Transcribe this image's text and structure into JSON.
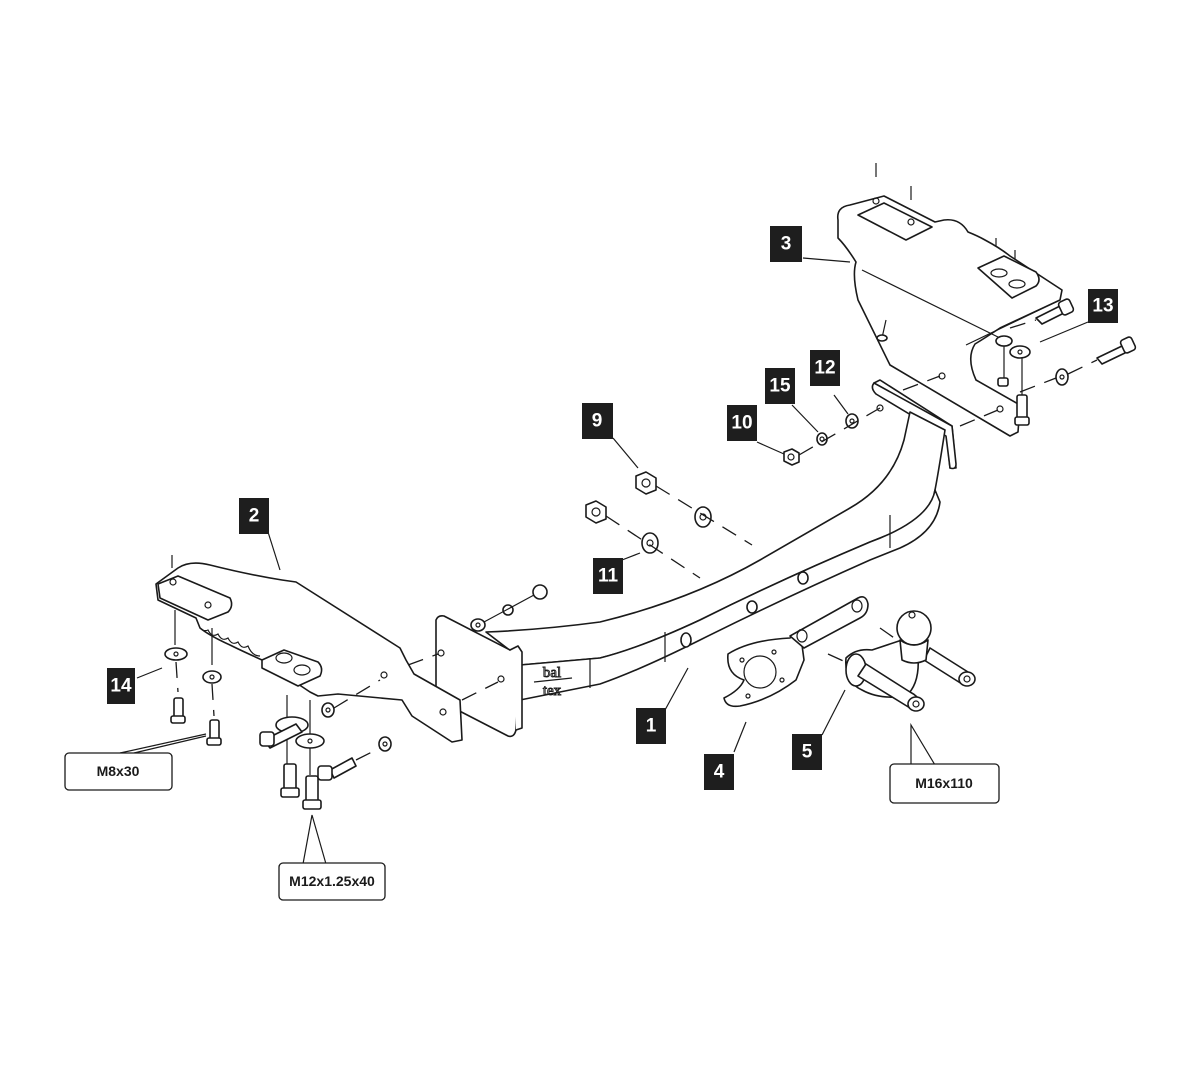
{
  "diagram": {
    "title": "Tow bar exploded assembly diagram",
    "brand_logo": {
      "line1": "bal",
      "line2": "tex"
    },
    "callouts": [
      {
        "id": "1",
        "label": "1",
        "part": "main crossbar"
      },
      {
        "id": "2",
        "label": "2",
        "part": "left mounting bracket"
      },
      {
        "id": "3",
        "label": "3",
        "part": "right mounting bracket"
      },
      {
        "id": "4",
        "label": "4",
        "part": "electrical socket plate"
      },
      {
        "id": "5",
        "label": "5",
        "part": "tow ball"
      },
      {
        "id": "9",
        "label": "9",
        "part": "nut"
      },
      {
        "id": "10",
        "label": "10",
        "part": "nut"
      },
      {
        "id": "11",
        "label": "11",
        "part": "washer"
      },
      {
        "id": "12",
        "label": "12",
        "part": "washer"
      },
      {
        "id": "13",
        "label": "13",
        "part": "bolt"
      },
      {
        "id": "14",
        "label": "14",
        "part": "washer"
      },
      {
        "id": "15",
        "label": "15",
        "part": "spring washer"
      }
    ],
    "specs": [
      {
        "id": "m8",
        "label": "M8x30"
      },
      {
        "id": "m12",
        "label": "M12x1.25x40"
      },
      {
        "id": "m16",
        "label": "M16x110"
      }
    ]
  }
}
